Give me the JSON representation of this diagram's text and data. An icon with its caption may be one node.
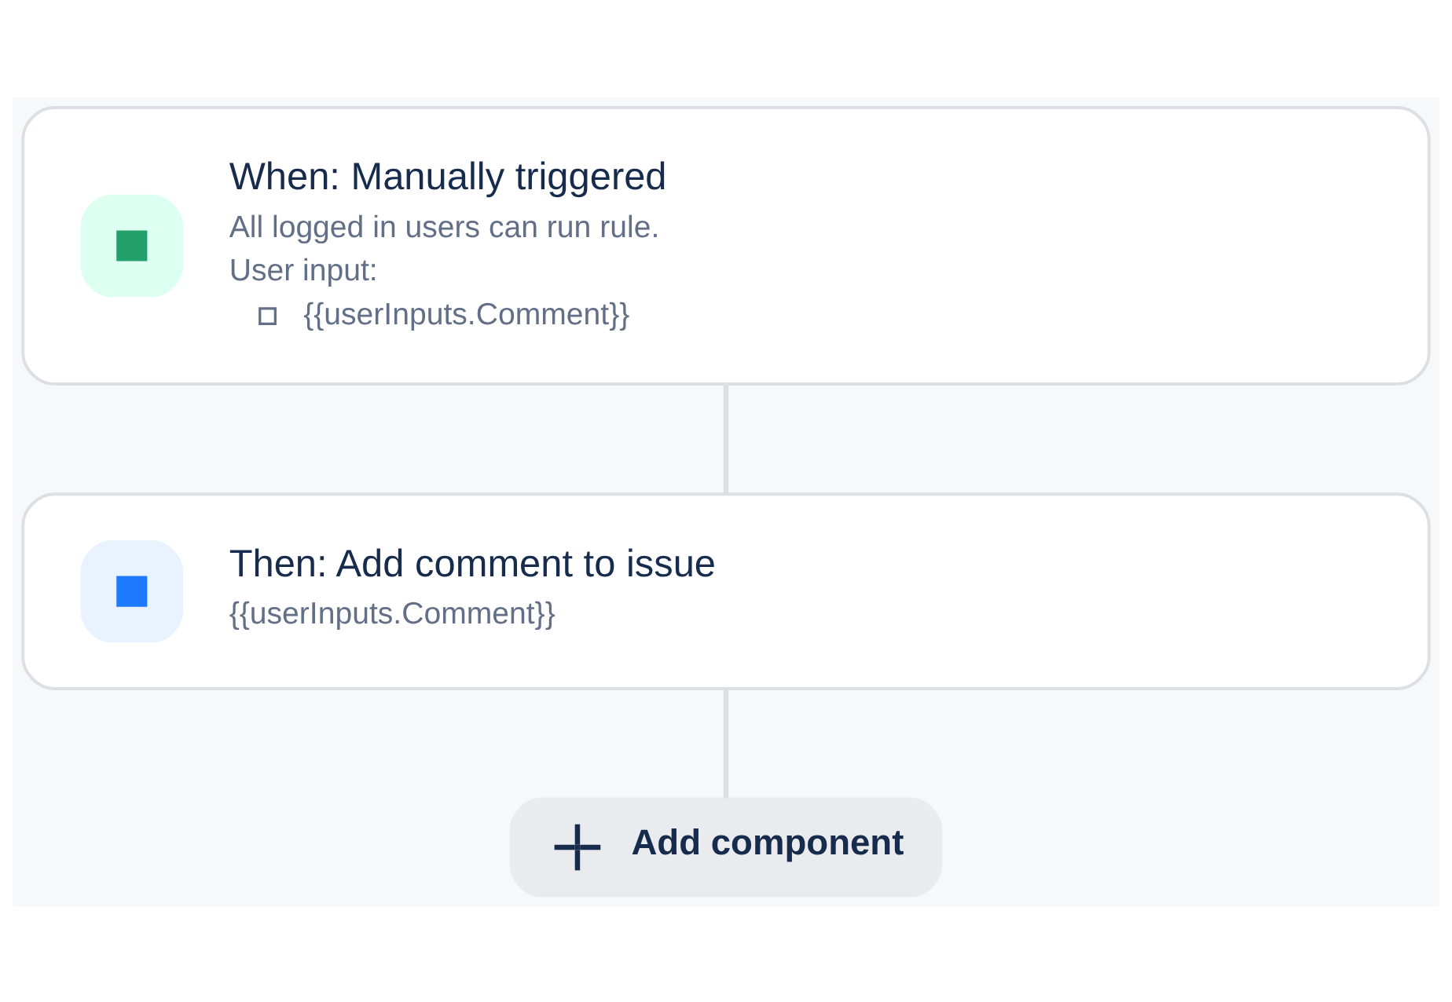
{
  "diagram": {
    "nodes": [
      {
        "text": [
          "When: Manually triggered",
          "All logged in users can run rule.",
          "User input:",
          "{{userInputs.Comment}}"
        ]
      },
      {
        "text": [
          "Then: Add comment to issue",
          "{{userInputs.Comment}}"
        ]
      },
      {
        "text": [
          "Add component"
        ]
      }
    ],
    "edges": [
      {
        "from": 0,
        "to": 1,
        "arrow": "none"
      },
      {
        "from": 1,
        "to": 2,
        "arrow": "none"
      }
    ]
  }
}
